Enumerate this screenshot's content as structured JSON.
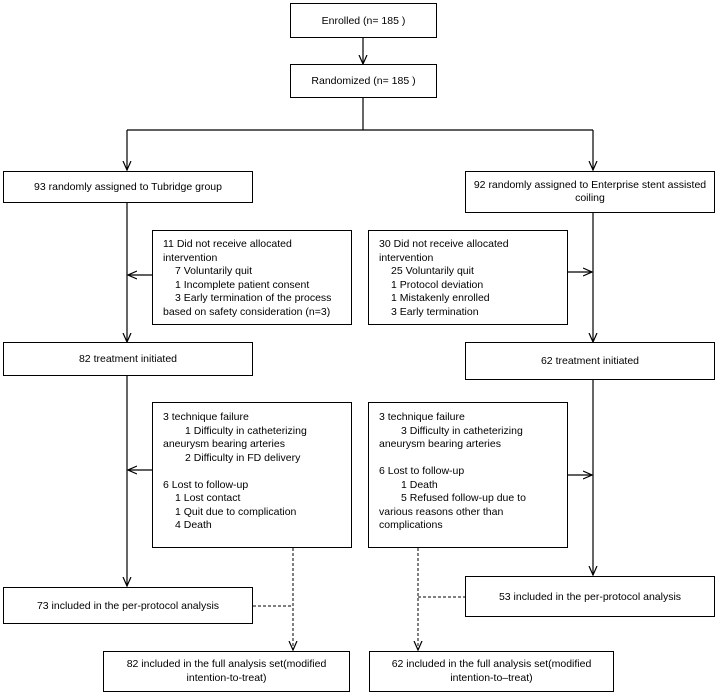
{
  "enrolled": "Enrolled (n= 185 )",
  "randomized": "Randomized (n= 185 )",
  "left": {
    "assigned": "93 randomly assigned to Tubridge group",
    "excluded": [
      {
        "text": "11 Did not receive allocated",
        "indent": 0
      },
      {
        "text": "intervention",
        "indent": 0
      },
      {
        "text": "7 Voluntarily quit",
        "indent": 1
      },
      {
        "text": "1 Incomplete patient consent",
        "indent": 1
      },
      {
        "text": "3 Early termination of the process",
        "indent": 1
      },
      {
        "text": "based on safety consideration (n=3)",
        "indent": 0
      }
    ],
    "initiated": "82 treatment initiated",
    "losses": [
      {
        "text": "3 technique failure",
        "indent": 0
      },
      {
        "text": "1 Difficulty in catheterizing",
        "indent": 2
      },
      {
        "text": "aneurysm bearing arteries",
        "indent": 0
      },
      {
        "text": "2 Difficulty in FD delivery",
        "indent": 2
      },
      {
        "text": "",
        "indent": 0
      },
      {
        "text": "6 Lost to follow-up",
        "indent": 0
      },
      {
        "text": "1 Lost contact",
        "indent": 1
      },
      {
        "text": "1 Quit due to complication",
        "indent": 1
      },
      {
        "text": "4 Death",
        "indent": 1
      }
    ],
    "per_protocol": "73 included in the per-protocol analysis",
    "full_analysis": [
      "82 included in the full analysis set(modified",
      "intention-to-treat)"
    ]
  },
  "right": {
    "assigned": [
      "92 randomly assigned to Enterprise stent assisted",
      "coiling"
    ],
    "excluded": [
      {
        "text": "30 Did not receive allocated",
        "indent": 0
      },
      {
        "text": "intervention",
        "indent": 0
      },
      {
        "text": "25 Voluntarily quit",
        "indent": 1
      },
      {
        "text": "1   Protocol deviation",
        "indent": 1
      },
      {
        "text": "1   Mistakenly enrolled",
        "indent": 1
      },
      {
        "text": "3   Early termination",
        "indent": 1
      }
    ],
    "initiated": "62 treatment initiated",
    "losses": [
      {
        "text": "3 technique failure",
        "indent": 0
      },
      {
        "text": "3 Difficulty in catheterizing",
        "indent": 2
      },
      {
        "text": "aneurysm bearing arteries",
        "indent": 0
      },
      {
        "text": "",
        "indent": 0
      },
      {
        "text": "6 Lost to follow-up",
        "indent": 0
      },
      {
        "text": "1 Death",
        "indent": 2
      },
      {
        "text": "5 Refused  follow-up due to",
        "indent": 2
      },
      {
        "text": "various reasons other than",
        "indent": 0
      },
      {
        "text": "complications",
        "indent": 0
      }
    ],
    "per_protocol": "53 included in the per-protocol analysis",
    "full_analysis": [
      "62 included in the full analysis set(modified",
      "intention-to–treat)"
    ]
  }
}
